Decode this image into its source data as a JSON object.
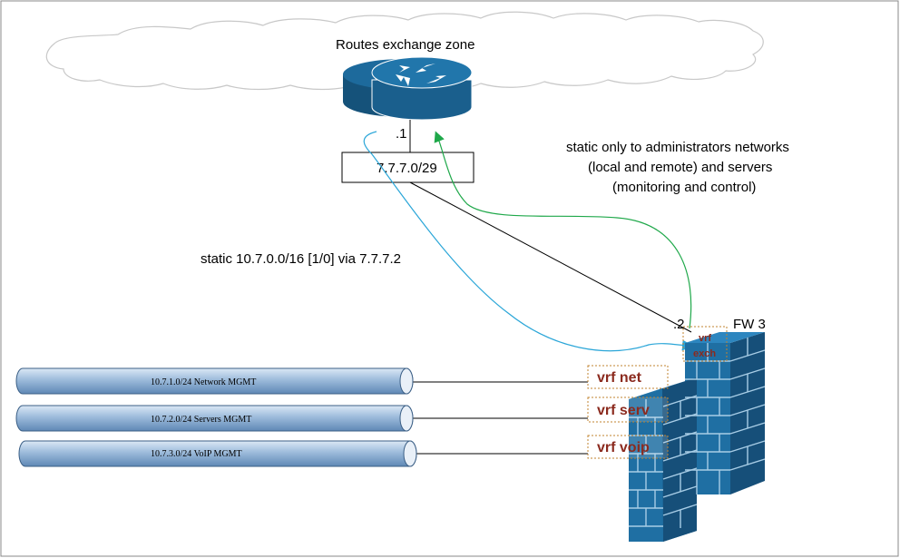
{
  "cloud_label": "Routes exchange zone",
  "router_addr": ".1",
  "subnet_box": "7.7.7.0/29",
  "fw_addr": ".2",
  "fw_label": "FW 3",
  "note_lines": [
    "static only to administrators networks",
    "(local and remote) and servers",
    "(monitoring and control)"
  ],
  "static_route": "static  10.7.0.0/16 [1/0] via 7.7.7.2",
  "vrf_exch": [
    "vrf",
    "exch"
  ],
  "networks": [
    {
      "label": "10.7.1.0/24 Network MGMT",
      "vrf": "vrf net"
    },
    {
      "label": "10.7.2.0/24 Servers MGMT",
      "vrf": "vrf serv"
    },
    {
      "label": "10.7.3.0/24 VoIP MGMT",
      "vrf": "vrf voip"
    }
  ],
  "colors": {
    "router": "#1b5e8a",
    "firewall": "#1f6fa3",
    "pipe": "#9fbddc",
    "vrf_text": "#8b2a1e",
    "green_arrow": "#1fa84a",
    "blue_arrow": "#2ba6d8"
  }
}
